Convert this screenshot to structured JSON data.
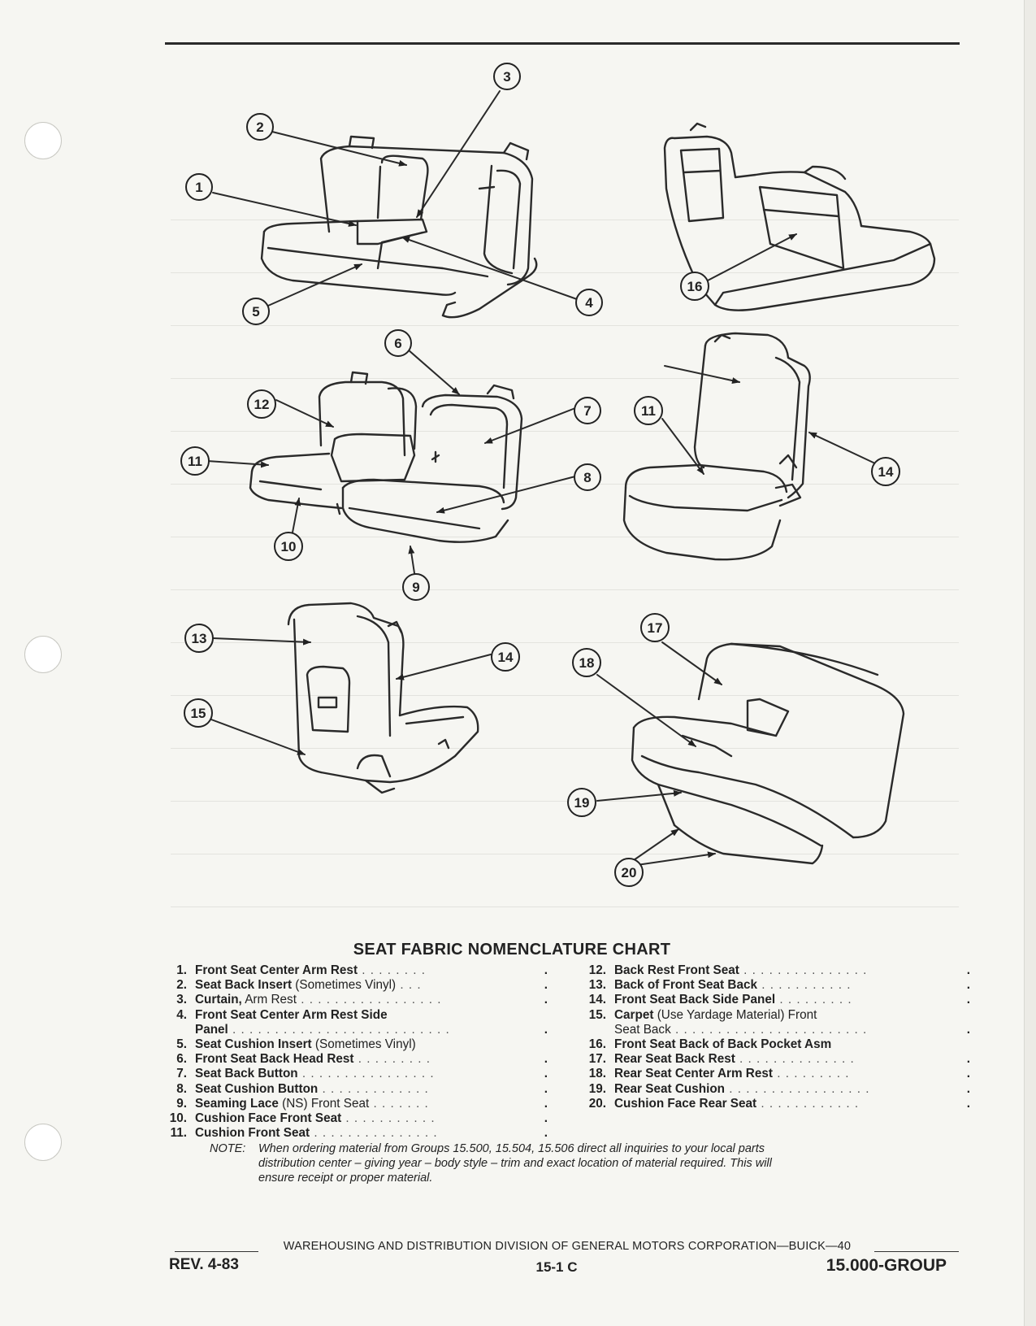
{
  "callouts": [
    "1",
    "2",
    "3",
    "4",
    "5",
    "6",
    "7",
    "8",
    "9",
    "10",
    "11",
    "12",
    "11",
    "14",
    "13",
    "14",
    "15",
    "16",
    "17",
    "18",
    "19",
    "20"
  ],
  "chart": {
    "title": "SEAT FABRIC NOMENCLATURE CHART",
    "left_items": [
      {
        "num": "1.",
        "bold": "Front Seat Center Arm Rest",
        "rest": "",
        "dots": " . . . . . . . ."
      },
      {
        "num": "2.",
        "bold": "Seat Back Insert",
        "rest": " (Sometimes Vinyl)",
        "dots": " . . ."
      },
      {
        "num": "3.",
        "bold": "Curtain,",
        "rest": " Arm Rest",
        "dots": " . . . . . . . . . . . . . . . . ."
      },
      {
        "num": "4.",
        "bold": "Front Seat Center Arm Rest Side",
        "rest": "",
        "dots": ""
      },
      {
        "num": "",
        "bold": "Panel",
        "rest": "",
        "dots": " . . . . . . . . . . . . . . . . . . . . . . . . . ."
      },
      {
        "num": "5.",
        "bold": "Seat Cushion Insert",
        "rest": " (Sometimes Vinyl)",
        "dots": ""
      },
      {
        "num": "6.",
        "bold": "Front Seat Back Head Rest",
        "rest": "",
        "dots": " . . . . . . . . ."
      },
      {
        "num": "7.",
        "bold": "Seat Back Button",
        "rest": "",
        "dots": " . . . . . . . . . . . . . . . ."
      },
      {
        "num": "8.",
        "bold": "Seat Cushion Button",
        "rest": "",
        "dots": " . . . . . . . . . . . . ."
      },
      {
        "num": "9.",
        "bold": "Seaming Lace",
        "rest": " (NS) Front Seat",
        "dots": " . . . . . . ."
      },
      {
        "num": "10.",
        "bold": "Cushion Face Front Seat",
        "rest": "",
        "dots": " . . . . . . . . . . ."
      },
      {
        "num": "11.",
        "bold": "Cushion Front Seat",
        "rest": "",
        "dots": " . . . . . . . . . . . . . . ."
      }
    ],
    "right_items": [
      {
        "num": "12.",
        "bold": "Back Rest Front Seat",
        "rest": "",
        "dots": " . . . . . . . . . . . . . . ."
      },
      {
        "num": "13.",
        "bold": "Back of Front Seat Back",
        "rest": "",
        "dots": " . . . . . . . . . . ."
      },
      {
        "num": "14.",
        "bold": "Front Seat Back Side Panel",
        "rest": "",
        "dots": " . . . . . . . . ."
      },
      {
        "num": "15.",
        "bold": "Carpet",
        "rest": " (Use Yardage Material) Front",
        "dots": ""
      },
      {
        "num": "",
        "bold": "",
        "rest": "Seat Back",
        "dots": " . . . . . . . . . . . . . . . . . . . . . . ."
      },
      {
        "num": "16.",
        "bold": "Front Seat Back of Back Pocket Asm",
        "rest": "",
        "dots": ""
      },
      {
        "num": "17.",
        "bold": "Rear Seat Back Rest",
        "rest": "",
        "dots": " . . . . . . . . . . . . . ."
      },
      {
        "num": "18.",
        "bold": "Rear Seat Center Arm Rest",
        "rest": "",
        "dots": " . . . . . . . . ."
      },
      {
        "num": "19.",
        "bold": "Rear Seat Cushion",
        "rest": "",
        "dots": " . . . . . . . . . . . . . . . . ."
      },
      {
        "num": "20.",
        "bold": "Cushion Face Rear Seat",
        "rest": "",
        "dots": " . . . . . . . . . . . ."
      }
    ],
    "tick": "."
  },
  "note": {
    "label": "NOTE:",
    "line1": "When ordering material from Groups 15.500, 15.504, 15.506 direct all inquiries to your local parts",
    "line2": "distribution center – giving year – body style – trim and exact location of material required. This will",
    "line3": "ensure receipt or proper material."
  },
  "footer": {
    "division_line": "WAREHOUSING AND DISTRIBUTION  DIVISION OF GENERAL MOTORS CORPORATION—BUICK—40",
    "rev": "REV. 4-83",
    "page": "15-1 C",
    "group": "15.000-GROUP"
  }
}
